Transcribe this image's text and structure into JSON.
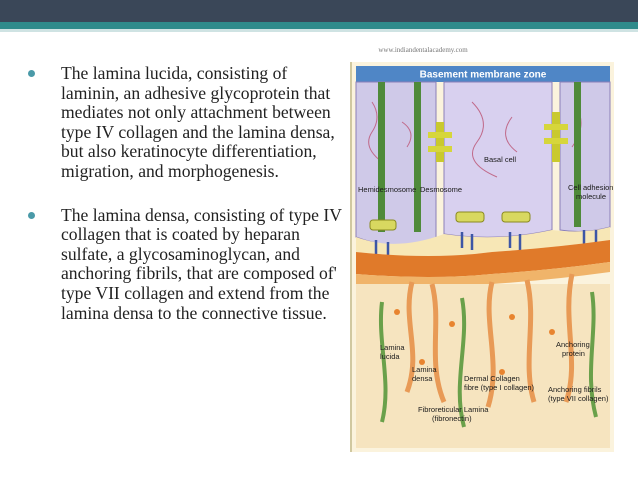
{
  "watermark": "www.indiandentalacademy.com",
  "bullets": [
    "The lamina lucida, consisting of laminin, an adhesive glycoprotein that mediates not only attachment between type IV collagen and the lamina densa, but also keratinocyte differentiation, migration, and morphogenesis.",
    "The lamina densa, consisting of type IV collagen that is coated by heparan sulfate, a glycosaminoglycan, and anchoring fibrils, that are composed of' type VII collagen and extend from the lamina densa to the connective tissue."
  ],
  "figure": {
    "title": "Basement membrane zone",
    "labels": {
      "basal_cell": "Basal cell",
      "hemidesmosome": "Hemidesmosome",
      "desmosome": "Desmosome",
      "cell_adhesion_1": "Cell adhesion",
      "cell_adhesion_2": "molecule",
      "lamina_lucida_1": "Lamina",
      "lamina_lucida_2": "lucida",
      "lamina_densa_1": "Lamina",
      "lamina_densa_2": "densa",
      "dermal_collagen_1": "Dermal Collagen",
      "dermal_collagen_2": "fibre (type I collagen)",
      "anchoring_protein_1": "Anchoring",
      "anchoring_protein_2": "protein",
      "anchoring_fibrils_1": "Anchoring fibrils",
      "anchoring_fibrils_2": "(type VII collagen)",
      "fibroreticular_1": "Fibroreticular Lamina",
      "fibroreticular_2": "(fibronectin)"
    }
  },
  "colors": {
    "header": "#3a4758",
    "accent": "#2f8b8b",
    "bullet": "#4a9aa8",
    "figure_title_bg": "#4f86c6",
    "cell": "#cfc9e8",
    "membrane_orange": "#e07a2a",
    "connective": "#f1d6a8"
  }
}
